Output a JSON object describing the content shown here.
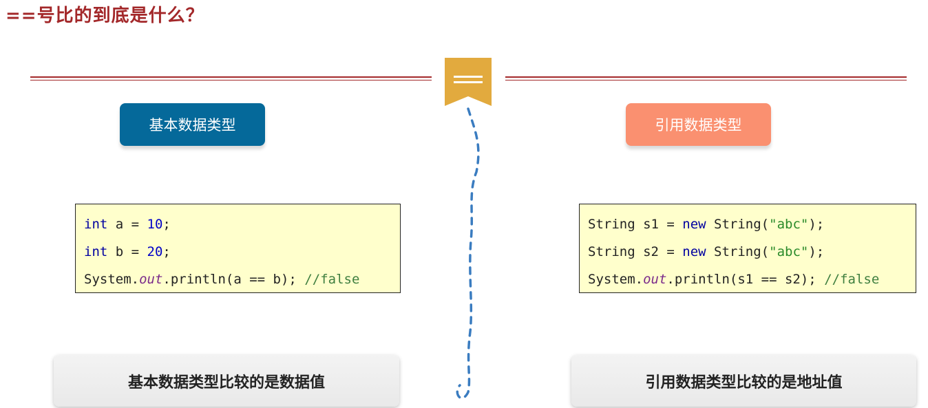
{
  "title": "==号比的到底是什么？",
  "left": {
    "heading": "基本数据类型",
    "code": [
      [
        {
          "t": "int",
          "c": "kw"
        },
        {
          "t": " a = ",
          "c": ""
        },
        {
          "t": "10",
          "c": "num"
        },
        {
          "t": ";",
          "c": ""
        }
      ],
      [
        {
          "t": "int",
          "c": "kw"
        },
        {
          "t": " b = ",
          "c": ""
        },
        {
          "t": "20",
          "c": "num"
        },
        {
          "t": ";",
          "c": ""
        }
      ],
      [
        {
          "t": "System.",
          "c": ""
        },
        {
          "t": "out",
          "c": "fld"
        },
        {
          "t": ".println(a == b); ",
          "c": ""
        },
        {
          "t": "//false",
          "c": "com"
        }
      ]
    ],
    "conclusion": "基本数据类型比较的是数据值"
  },
  "right": {
    "heading": "引用数据类型",
    "code": [
      [
        {
          "t": "String s1 = ",
          "c": ""
        },
        {
          "t": "new",
          "c": "kw"
        },
        {
          "t": " String(",
          "c": ""
        },
        {
          "t": "\"abc\"",
          "c": "str"
        },
        {
          "t": ");",
          "c": ""
        }
      ],
      [
        {
          "t": "String s2 = ",
          "c": ""
        },
        {
          "t": "new",
          "c": "kw"
        },
        {
          "t": " String(",
          "c": ""
        },
        {
          "t": "\"abc\"",
          "c": "str"
        },
        {
          "t": ");",
          "c": ""
        }
      ],
      [
        {
          "t": "System.",
          "c": ""
        },
        {
          "t": "out",
          "c": "fld"
        },
        {
          "t": ".println(s1 == s2); ",
          "c": ""
        },
        {
          "t": "//false",
          "c": "com"
        }
      ]
    ],
    "conclusion": "引用数据类型比较的是地址值"
  },
  "colors": {
    "title": "#a3282a",
    "left_pill": "#05699a",
    "right_pill": "#fa9070",
    "bookmark": "#e2aa3e",
    "dash": "#3a7cc0"
  }
}
